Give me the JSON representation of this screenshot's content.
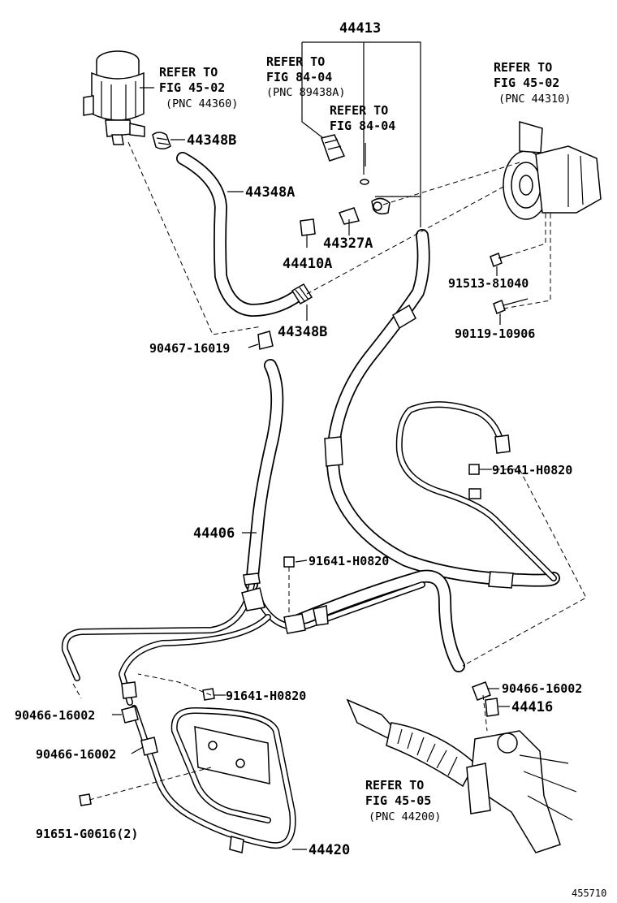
{
  "labels": {
    "p44413": "44413",
    "p44348B_top": "44348B",
    "p44348A": "44348A",
    "p44327A": "44327A",
    "p44410A": "44410A",
    "p44348B_mid": "44348B",
    "p90467": "90467-16019",
    "p91513": "91513-81040",
    "p90119": "90119-10906",
    "p91641_right": "91641-H0820",
    "p44406": "44406",
    "p91641_mid": "91641-H0820",
    "p91641_low": "91641-H0820",
    "p90466_right": "90466-16002",
    "p44416": "44416",
    "p90466_left1": "90466-16002",
    "p90466_left2": "90466-16002",
    "p91651": "91651-G0616(2)",
    "p44420": "44420"
  },
  "refs": {
    "reservoir": {
      "line1": "REFER TO",
      "line2": "FIG 45-02",
      "line3": "(PNC 44360)"
    },
    "sensor1": {
      "line1": "REFER TO",
      "line2": "FIG 84-04",
      "line3": "(PNC 89438A)"
    },
    "sensor2": {
      "line1": "REFER TO",
      "line2": "FIG 84-04"
    },
    "pump": {
      "line1": "REFER TO",
      "line2": "FIG 45-02",
      "line3": "(PNC 44310)"
    },
    "gear": {
      "line1": "REFER TO",
      "line2": "FIG 45-05",
      "line3": "(PNC 44200)"
    }
  },
  "diagram_code": "455710"
}
